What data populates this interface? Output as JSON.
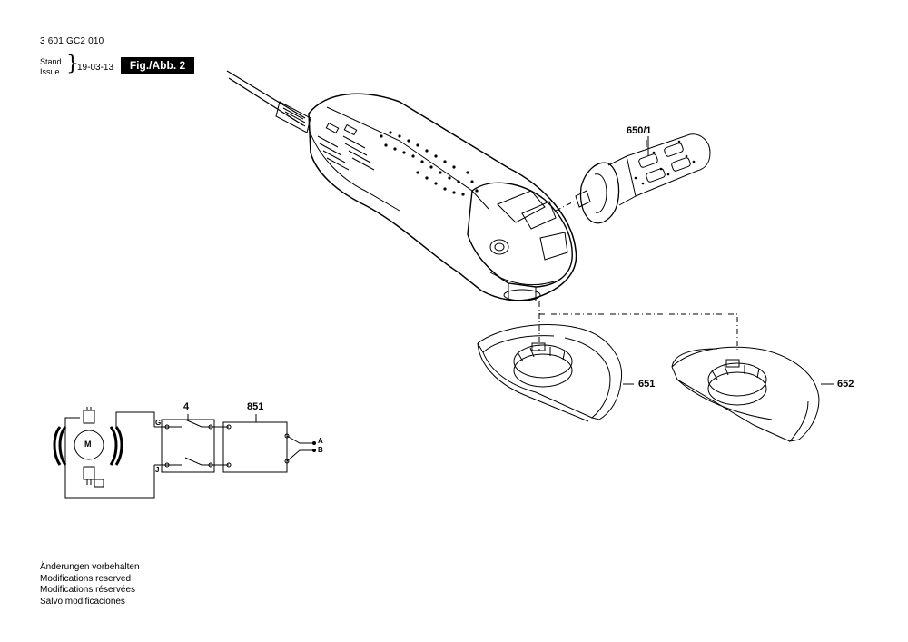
{
  "header": {
    "drawing_number": "3 601 GC2 010",
    "stand_de": "Stand",
    "issue_en": "Issue",
    "date": "19-03-13",
    "figure": "Fig./Abb. 2"
  },
  "parts": {
    "handle": "650/1",
    "guard_a": "651",
    "guard_b": "652",
    "switch": "4",
    "module": "851"
  },
  "schematic": {
    "motor": "M",
    "terminal_g": "G",
    "terminal_j": "J",
    "terminal_a": "A",
    "terminal_b": "B"
  },
  "footer": {
    "line1": "Änderungen vorbehalten",
    "line2": "Modifications reserved",
    "line3": "Modifications réservées",
    "line4": "Salvo modificaciones"
  }
}
